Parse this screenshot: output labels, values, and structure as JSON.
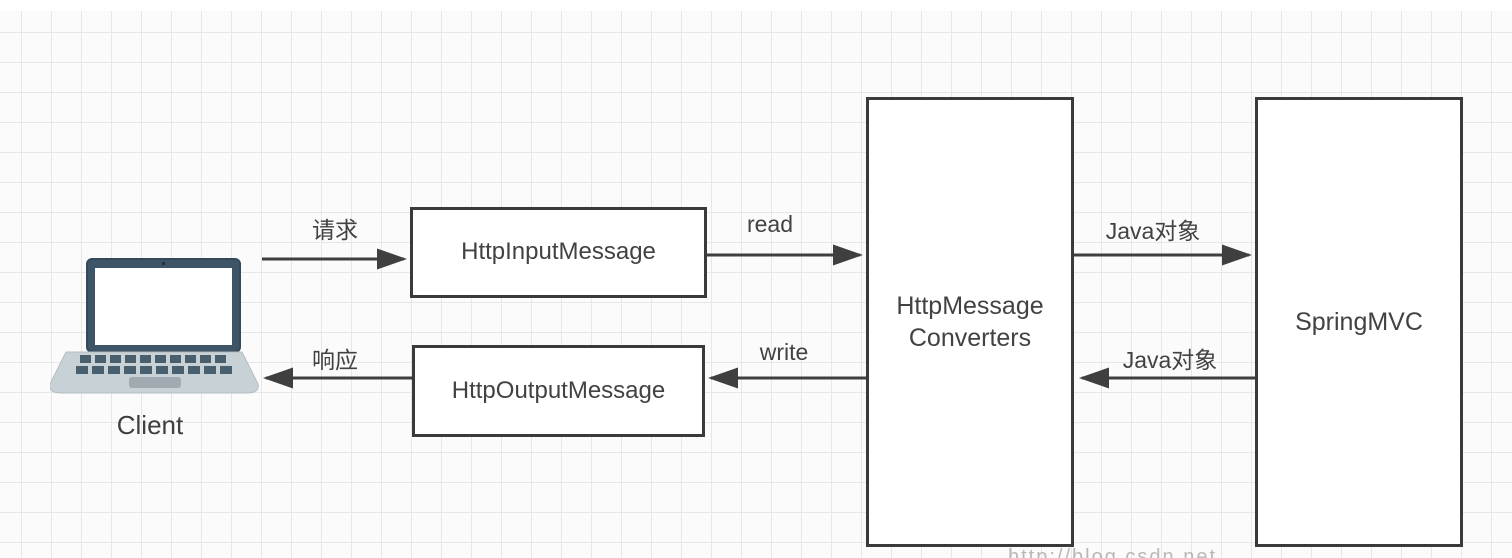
{
  "diagram": {
    "client": {
      "label": "Client"
    },
    "nodes": {
      "http_input": {
        "label": "HttpInputMessage"
      },
      "http_output": {
        "label": "HttpOutputMessage"
      },
      "converters": {
        "line1": "HttpMessage",
        "line2": "Converters"
      },
      "springmvc": {
        "label": "SpringMVC"
      }
    },
    "edges": {
      "request": {
        "label": "请求",
        "direction": "right"
      },
      "read": {
        "label": "read",
        "direction": "right"
      },
      "java_object_in": {
        "label": "Java对象",
        "direction": "right"
      },
      "java_object_out": {
        "label": "Java对象",
        "direction": "left"
      },
      "write": {
        "label": "write",
        "direction": "left"
      },
      "response": {
        "label": "响应",
        "direction": "left"
      }
    },
    "watermark": "http://blog.csdn.net"
  },
  "colors": {
    "background": "#fbfbfb",
    "grid_line": "#e7e7e7",
    "box_border": "#3a3a3a",
    "arrow": "#3f3f3f",
    "text": "#424242",
    "laptop_frame": "#3d5566",
    "laptop_deck": "#c8d1d6",
    "laptop_keys": "#4a5f6d",
    "laptop_touchpad": "#9fabb0"
  }
}
